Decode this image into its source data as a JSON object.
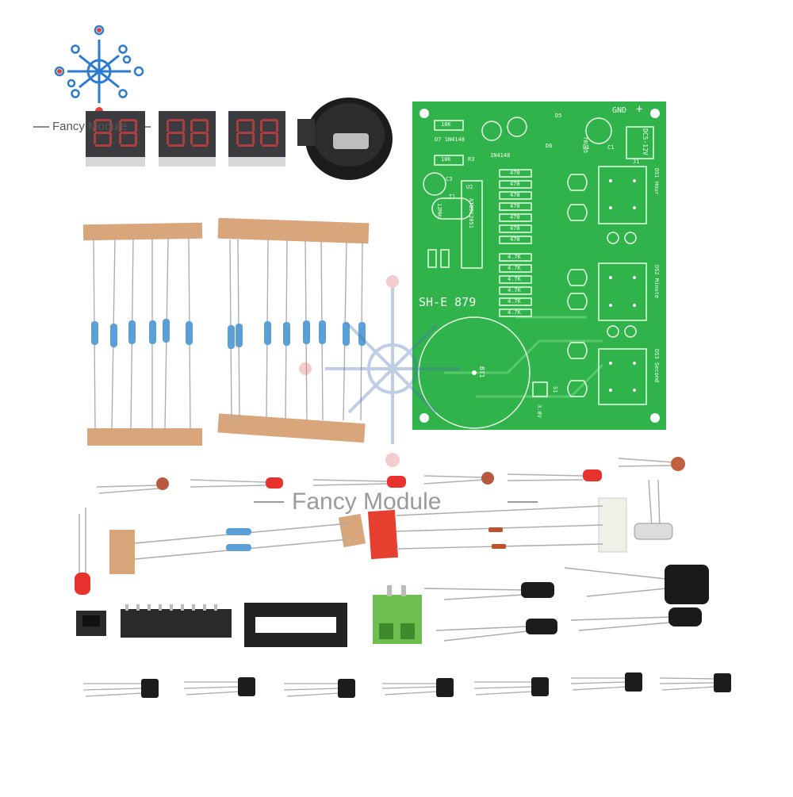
{
  "brand": {
    "logo_text": "Fancy Module",
    "watermark_text": "Fancy Module"
  },
  "pcb": {
    "model_label": "SH-E 879",
    "terminal_gnd": "GND",
    "terminal_plus": "+",
    "power_label": "DC5-12V",
    "chip_label": "AT89C2051",
    "crystal_label": "12MHz",
    "display_labels": [
      "DS1 Hour",
      "DS2 Minute",
      "DS3 Second"
    ],
    "battery_label": "BT1",
    "battery_voltage": "3.0V",
    "switch_label": "S1",
    "regulator_label": "78L05",
    "resistor_values": [
      "470",
      "470",
      "470",
      "470",
      "470",
      "470",
      "470",
      "4.7K",
      "4.7K",
      "4.7K",
      "4.7K",
      "4.7K",
      "4.7K"
    ],
    "small_labels": [
      "10K",
      "D7 1N4148",
      "10K",
      "R3",
      "C3",
      "T1",
      "U2",
      "J1",
      "U1",
      "C1",
      "D5",
      "D6",
      "1N4148"
    ]
  },
  "colors": {
    "pcb_green": "#2fb34a",
    "silk": "#eafbe8",
    "tape": "#d9a67c",
    "led_red": "#e8322d",
    "terminal_green": "#6cbf4e"
  }
}
